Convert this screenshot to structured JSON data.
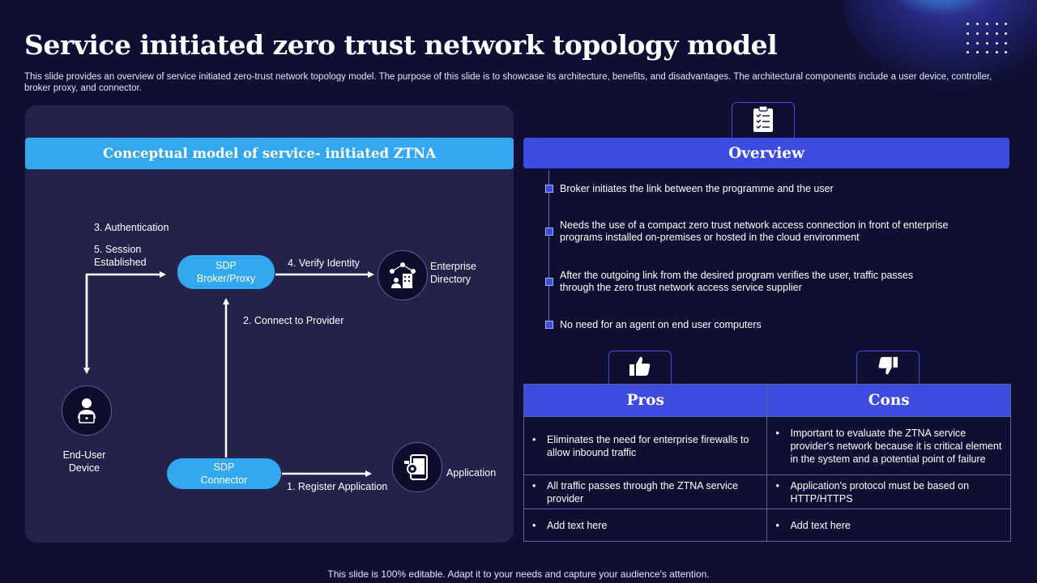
{
  "slide": {
    "title": "Service initiated zero trust network topology model",
    "subtitle": "This slide provides an overview of service initiated zero-trust network topology model. The purpose of this slide is to showcase its architecture, benefits, and disadvantages. The architectural components include a user device, controller, broker proxy,  and connector.",
    "footer": "This slide is 100% editable. Adapt it to your needs and capture your audience's attention."
  },
  "diagram": {
    "header": "Conceptual model of service- initiated ZTNA",
    "nodes": {
      "broker_line1": "SDP",
      "broker_line2": "Broker/Proxy",
      "connector_line1": "SDP",
      "connector_line2": "Connector",
      "directory_line1": "Enterprise",
      "directory_line2": "Directory",
      "application": "Application",
      "end_user_line1": "End-User",
      "end_user_line2": "Device"
    },
    "edges": {
      "authentication": "3. Authentication",
      "session_line1": "5. Session",
      "session_line2": "Established",
      "verify_identity": "4. Verify Identity",
      "connect_provider": "2. Connect to Provider",
      "register_application": "1. Register Application"
    }
  },
  "overview": {
    "header": "Overview",
    "icon": "checklist-icon",
    "items": [
      "Broker initiates the link between the programme and the user",
      "Needs the use of a compact zero trust network access connection in front of enterprise programs installed on-premises or hosted in the cloud environment",
      "After the outgoing link from the desired program verifies  the user, traffic passes through the zero trust network access service supplier",
      "No need for an agent on end user computers"
    ]
  },
  "pros_cons": {
    "pros_header": "Pros",
    "cons_header": "Cons",
    "pros_icon": "thumbs-up-icon",
    "cons_icon": "thumbs-down-icon",
    "rows": [
      {
        "pro": "Eliminates the need for enterprise firewalls to allow inbound traffic",
        "con": "Important to evaluate  the ZTNA service provider's  network because it is critical element in the system and a potential point of failure"
      },
      {
        "pro": "All traffic  passes through the ZTNA service provider",
        "con": "Application's protocol must be based on HTTP/HTTPS"
      },
      {
        "pro": "Add text here",
        "con": "Add text here"
      }
    ]
  },
  "colors": {
    "background": "#0f0f33",
    "panel": "#22224a",
    "accent_cyan": "#33a8f0",
    "accent_blue": "#3d4bdf"
  }
}
